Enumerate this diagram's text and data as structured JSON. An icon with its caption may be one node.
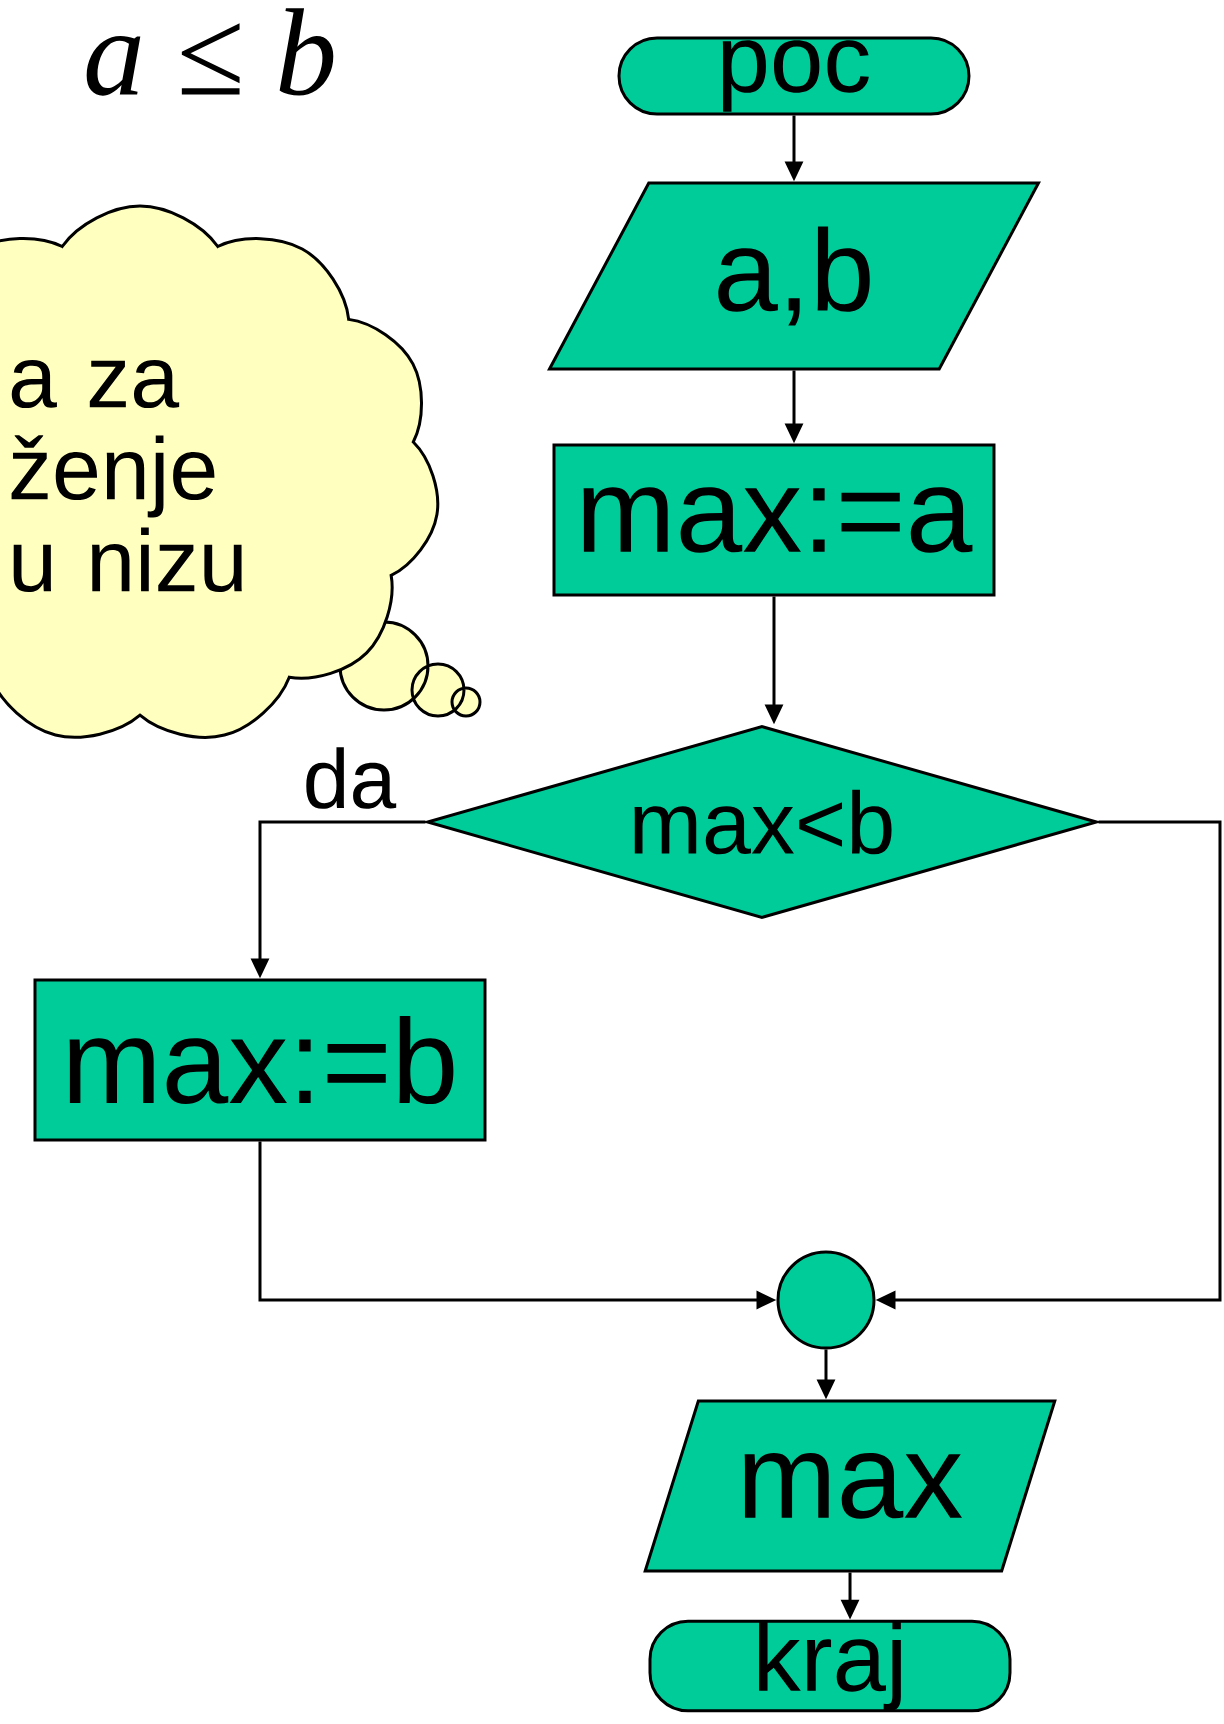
{
  "diagram": {
    "nodes": [
      {
        "text": [
          "poc"
        ]
      },
      {
        "text": [
          "a,b"
        ]
      },
      {
        "text": [
          "max:=a"
        ]
      },
      {
        "text": [
          "max<b"
        ]
      },
      {
        "text": [
          "max:=b"
        ]
      },
      {
        "text": [],
        "shape": "circle"
      },
      {
        "text": [
          "max"
        ]
      },
      {
        "text": [
          "kraj"
        ]
      },
      {
        "text": [
          "a za ženje u nizu"
        ]
      }
    ],
    "edges": [
      {
        "from": 0,
        "to": 1,
        "arrow": "to"
      },
      {
        "from": 1,
        "to": 2,
        "arrow": "to"
      },
      {
        "from": 2,
        "to": 3,
        "arrow": "to"
      },
      {
        "from": 3,
        "to": 4,
        "arrow": "to",
        "label": "da"
      },
      {
        "from": 4,
        "to": 5,
        "arrow": "to"
      },
      {
        "from": 3,
        "to": 5,
        "arrow": "to"
      },
      {
        "from": 5,
        "to": 6,
        "arrow": "to"
      },
      {
        "from": 6,
        "to": 7,
        "arrow": "to"
      }
    ],
    "labels": [
      "a ≤ b"
    ]
  }
}
